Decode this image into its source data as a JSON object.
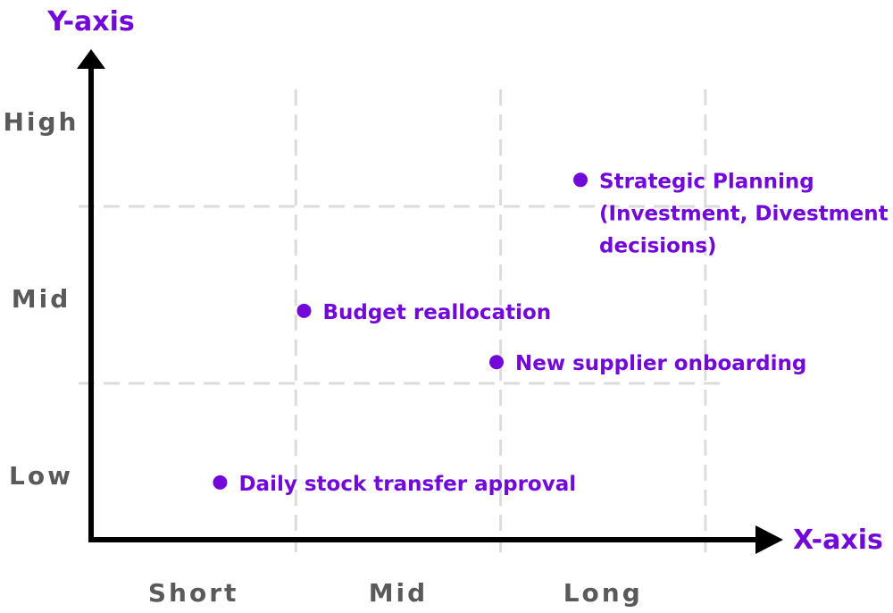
{
  "chart_data": {
    "type": "scatter",
    "xlabel": "X-axis",
    "ylabel": "Y-axis",
    "x_ticks": [
      {
        "label": "Short",
        "value": 0.5
      },
      {
        "label": "Mid",
        "value": 1.5
      },
      {
        "label": "Long",
        "value": 2.5
      }
    ],
    "y_ticks": [
      {
        "label": "Low",
        "value": 0.5
      },
      {
        "label": "Mid",
        "value": 1.5
      },
      {
        "label": "High",
        "value": 2.5
      }
    ],
    "x_grid": [
      1,
      2,
      3
    ],
    "y_grid": [
      1,
      2
    ],
    "xlim": [
      0,
      3.4
    ],
    "ylim": [
      0,
      3
    ],
    "grid": true,
    "points": [
      {
        "lines": [
          "Strategic Planning",
          "(Investment, Divestment",
          "decisions)"
        ],
        "x": 2.39,
        "y": 2.15
      },
      {
        "lines": [
          "Budget reallocation"
        ],
        "x": 1.04,
        "y": 1.41
      },
      {
        "lines": [
          "New supplier onboarding"
        ],
        "x": 1.98,
        "y": 1.12
      },
      {
        "lines": [
          "Daily stock transfer approval"
        ],
        "x": 0.63,
        "y": 0.44
      }
    ],
    "colors": {
      "accent": "#7209d9",
      "axis": "#000000",
      "tick": "#5a5a5a",
      "grid": "#dcdcdc"
    }
  }
}
